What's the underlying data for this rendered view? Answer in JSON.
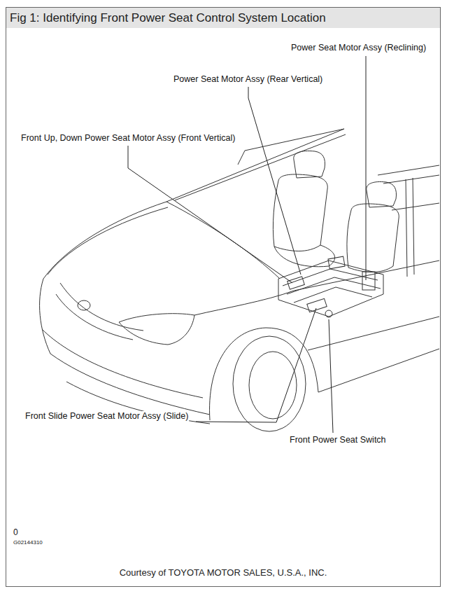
{
  "diagram": {
    "title": "Fig 1: Identifying Front Power Seat Control System Location",
    "caption": "Courtesy of TOYOTA MOTOR SALES, U.S.A., INC.",
    "labels": [
      "Power Seat Motor Assy (Reclining)",
      "Power Seat Motor Assy (Rear Vertical)",
      "Front Up, Down Power Seat Motor Assy (Front Vertical)",
      "Front Slide Power Seat Motor Assy (Slide)",
      "Front Power Seat Switch",
      "0",
      "G02144310"
    ]
  }
}
